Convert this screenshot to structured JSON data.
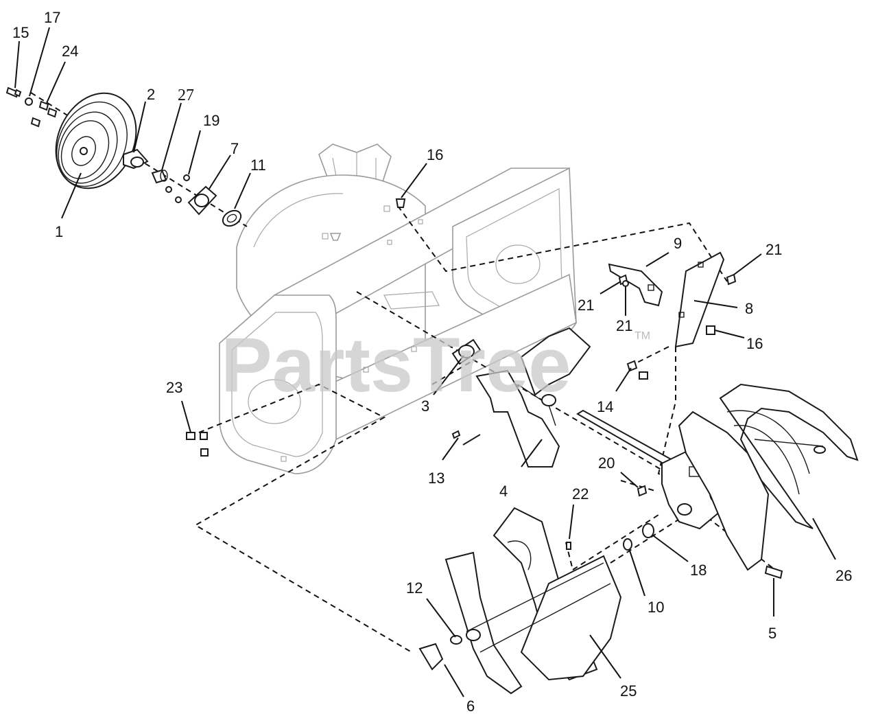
{
  "watermark": {
    "text": "PartsTree",
    "trademark": "TM"
  },
  "callouts": {
    "c1": "1",
    "c2": "2",
    "c3": "3",
    "c4": "4",
    "c5": "5",
    "c6": "6",
    "c7": "7",
    "c8": "8",
    "c9": "9",
    "c10": "10",
    "c11": "11",
    "c12": "12",
    "c13": "13",
    "c14": "14",
    "c15": "15",
    "c16a": "16",
    "c16b": "16",
    "c17": "17",
    "c18": "18",
    "c19": "19",
    "c20": "20",
    "c21a": "21",
    "c21b": "21",
    "c21c": "21",
    "c22": "22",
    "c23": "23",
    "c24": "24",
    "c25": "25",
    "c26": "26",
    "c27": "27"
  }
}
